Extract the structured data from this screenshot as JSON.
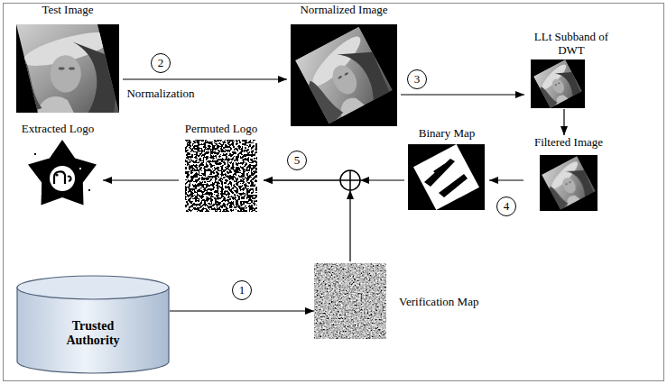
{
  "diagram": {
    "nodes": [
      {
        "text": [
          "Test Image"
        ]
      },
      {
        "text": [
          "Normalized Image"
        ]
      },
      {
        "text": [
          "LLt Subband of DWT"
        ]
      },
      {
        "text": [
          "Filtered Image"
        ]
      },
      {
        "text": [
          "Binary Map"
        ]
      },
      {
        "text": [
          "Permuted Logo"
        ]
      },
      {
        "text": [
          "Extracted Logo"
        ]
      },
      {
        "text": [
          "Trusted Authority"
        ]
      },
      {
        "text": [
          "Verification Map"
        ]
      }
    ],
    "edges": [
      {
        "from": 0,
        "to": 1,
        "arrow": "to",
        "label": "Normalization"
      },
      {
        "from": 1,
        "to": 2,
        "arrow": "to"
      },
      {
        "from": 2,
        "to": 3,
        "arrow": "to"
      },
      {
        "from": 3,
        "to": 4,
        "arrow": "to"
      },
      {
        "from": 4,
        "to": 5,
        "arrow": "to"
      },
      {
        "from": 8,
        "to": 5,
        "arrow": "to"
      },
      {
        "from": 5,
        "to": 6,
        "arrow": "to"
      },
      {
        "from": 7,
        "to": 8,
        "arrow": "to"
      }
    ],
    "labels": [
      "2",
      "3",
      "4",
      "5",
      "1"
    ]
  }
}
